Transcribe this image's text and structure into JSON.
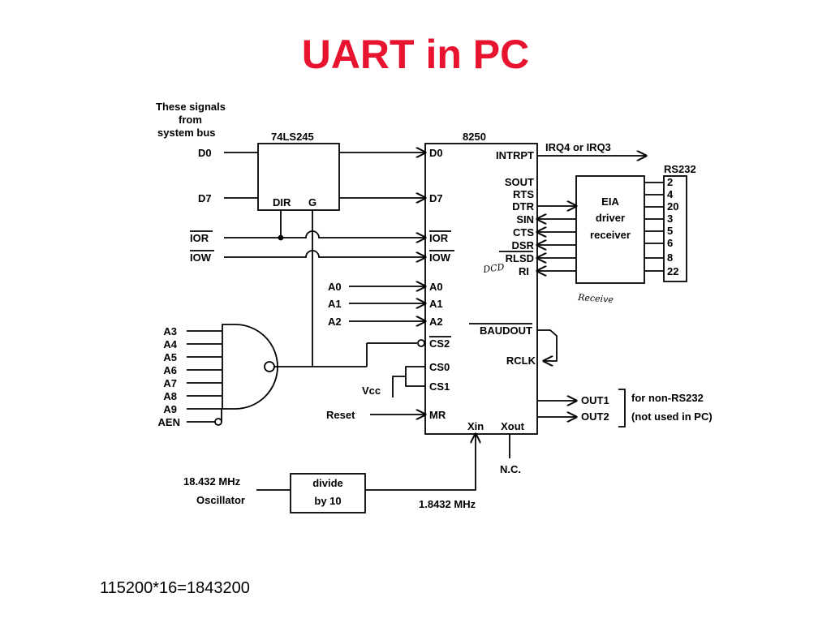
{
  "slide": {
    "title": "UART in PC",
    "formula": "115200*16=1843200",
    "title_color": "#e8132f"
  },
  "diagram": {
    "note_lines": [
      "These signals",
      "from",
      "system bus"
    ],
    "buffer_chip": {
      "label": "74LS245",
      "pin_dir": "DIR",
      "pin_g": "G"
    },
    "uart_chip": {
      "label": "8250",
      "left_pins": [
        "D0",
        "D7",
        "IOR",
        "IOW",
        "A0",
        "A1",
        "A2",
        "CS2",
        "CS0",
        "CS1",
        "MR",
        "Xin"
      ],
      "right_pins": [
        "INTRPT",
        "SOUT",
        "RTS",
        "DTR",
        "SIN",
        "CTS",
        "DSR",
        "RLSD",
        "RI",
        "BAUDOUT",
        "RCLK",
        "Xout"
      ]
    },
    "bus_signals": [
      "D0",
      "D7",
      "IOR",
      "IOW",
      "A0",
      "A1",
      "A2"
    ],
    "nand_inputs": [
      "A3",
      "A4",
      "A5",
      "A6",
      "A7",
      "A8",
      "A9",
      "AEN"
    ],
    "vcc_label": "Vcc",
    "reset_label": "Reset",
    "irq_label": "IRQ4 or IRQ3",
    "eia_lines": [
      "EIA",
      "driver",
      "receiver"
    ],
    "rs232": {
      "label": "RS232",
      "pins": [
        "2",
        "4",
        "20",
        "3",
        "5",
        "6",
        "8",
        "22"
      ]
    },
    "handwritten": {
      "dcd": "DCD",
      "receive": "Receive"
    },
    "outputs": [
      "OUT1",
      "OUT2"
    ],
    "output_notes": [
      "for non-RS232",
      "(not used in PC)"
    ],
    "nc_label": "N.C.",
    "oscillator": {
      "freq": "18.432 MHz",
      "name": "Oscillator"
    },
    "divider_lines": [
      "divide",
      "by 10"
    ],
    "clock_label": "1.8432 MHz"
  }
}
